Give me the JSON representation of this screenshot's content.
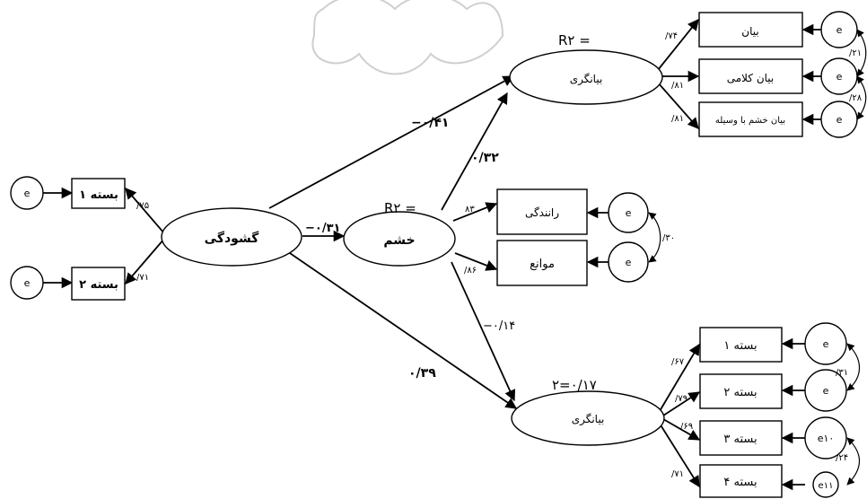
{
  "latent": {
    "frustration": "گشودگی",
    "anger": "خشم",
    "expression_top": "بیانگری",
    "expression_bottom": "بیانگری"
  },
  "indicators": {
    "left_1": "بسته ۱",
    "left_2": "بسته ۲",
    "top_1": "بیان",
    "top_2": "بیان کلامی",
    "top_3": "بیان خشم با وسیله",
    "mid_1": "رانندگی",
    "mid_2": "موانع",
    "bottom_1": "بسته ۱",
    "bottom_2": "بسته ۲",
    "bottom_3": "بسته ۳",
    "bottom_4": "بسته ۴"
  },
  "errors": {
    "e": "e",
    "e10": "e۱۰",
    "e11": "e۱۱"
  },
  "r_squared": {
    "top": "R۲ =",
    "anger": "R۲ =",
    "bottom": "۲=۰/۱۷"
  },
  "coefficients": {
    "frust_top": "−۰/۴۱",
    "frust_anger": "−۰/۳۱",
    "frust_bottom": "۰/۳۹",
    "anger_top": "۰/۳۲",
    "anger_bottom": "−۰/۱۴",
    "left_1": "/۷۵",
    "left_2": "/۷۱",
    "top_1": "/۷۴",
    "top_2": "/۸۱",
    "top_3": "/۸۱",
    "mid_1": "۸۳",
    "mid_2": "/۸۶",
    "mid_cov": "/۳۰",
    "bottom_1": "/۶۷",
    "bottom_2": "/۷۹",
    "bottom_3": "/۶۹",
    "bottom_4": "/۷۱",
    "top_err_cov_1": "/۲۱",
    "top_err_cov_2": "/۲۸",
    "bottom_cov_1": "/۳۱",
    "bottom_cov_2": "/۲۴"
  }
}
